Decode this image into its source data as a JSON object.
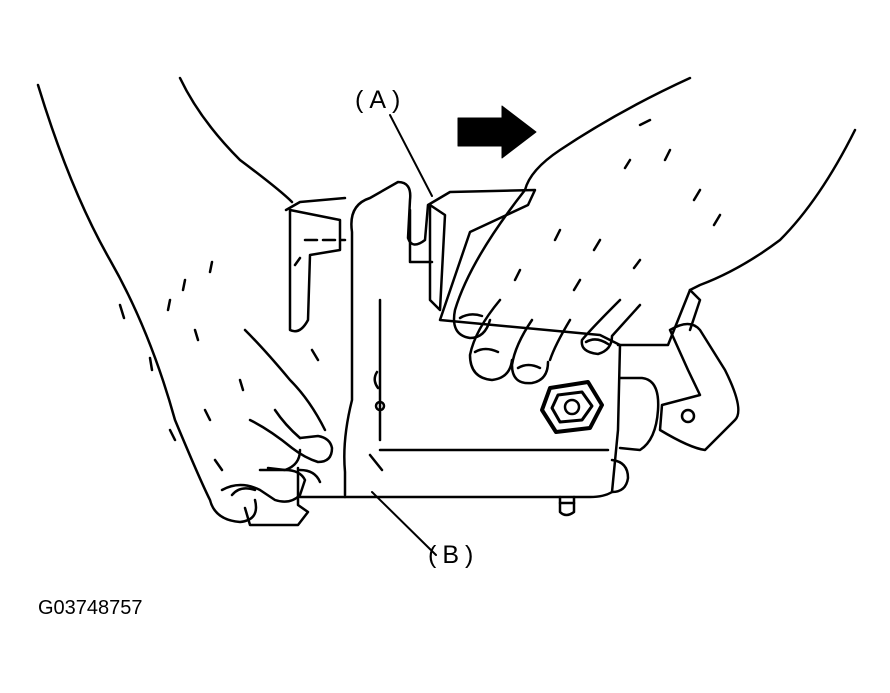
{
  "callouts": {
    "a": "(A)",
    "b": "(B)"
  },
  "figure_code": "G03748757",
  "colors": {
    "line": "#000000",
    "background": "#ffffff"
  },
  "icons": {
    "direction": "arrow-right-icon"
  }
}
